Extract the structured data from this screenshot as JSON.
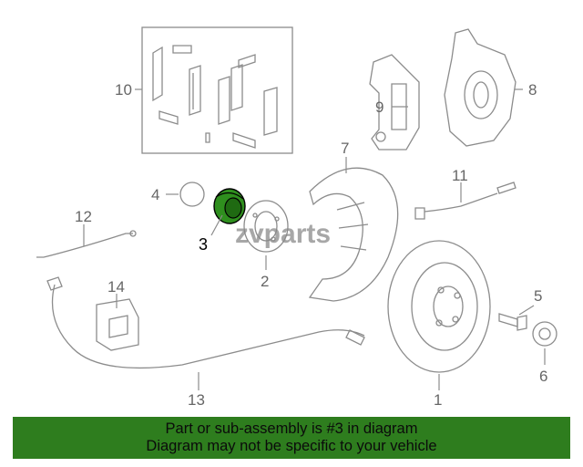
{
  "diagram": {
    "highlight_color": "#2f8f1e",
    "watermark": "zvparts",
    "callouts": {
      "c1": "1",
      "c2": "2",
      "c3": "3",
      "c4": "4",
      "c5": "5",
      "c6": "6",
      "c7": "7",
      "c8": "8",
      "c9": "9",
      "c10": "10",
      "c11": "11",
      "c12": "12",
      "c13": "13",
      "c14": "14"
    }
  },
  "banner": {
    "line1": "Part or sub-assembly is #3 in diagram",
    "line2": "Diagram may not be specific to your vehicle",
    "background": "#2e7d1e"
  }
}
